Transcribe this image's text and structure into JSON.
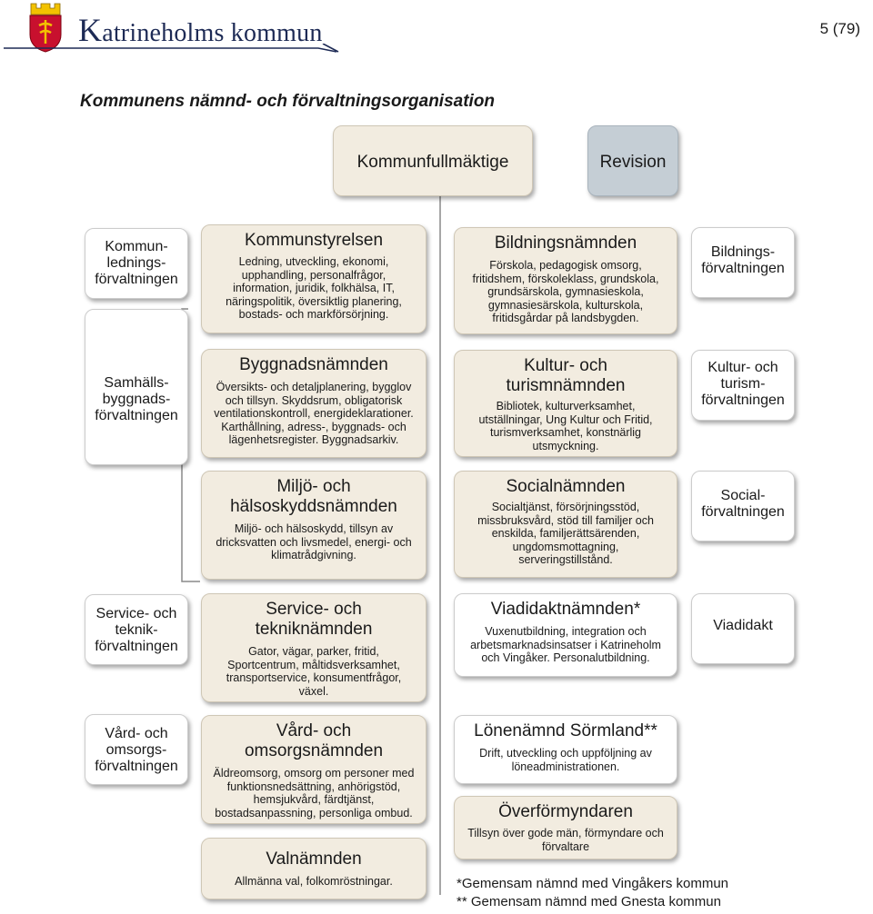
{
  "header": {
    "brand_big": "K",
    "brand_rest": "atrineholms kommun",
    "page_number": "5 (79)"
  },
  "title": "Kommunens nämnd- och förvaltningsorganisation",
  "top": {
    "council": "Kommunfullmäktige",
    "audit": "Revision"
  },
  "left_admins": [
    "Kommun-\nlednings-\nförvaltningen",
    "Samhälls-\nbyggnads-\nförvaltningen",
    "Service- och\nteknik-\nförvaltningen",
    "Vård- och\nomsorgs-\nförvaltningen"
  ],
  "right_admins": [
    "Bildnings-\nförvaltningen",
    "Kultur- och\nturism-\nförvaltningen",
    "Social-\nförvaltningen",
    "Viadidakt"
  ],
  "left_boards": [
    {
      "title": "Kommunstyrelsen",
      "desc": "Ledning, utveckling, ekonomi,\nupphandling, personalfrågor,\ninformation, juridik, folkhälsa, IT,\nnäringspolitik, översiktlig planering,\nbostads- och markförsörjning."
    },
    {
      "title": "Byggnadsnämnden",
      "desc": "Översikts- och detaljplanering, bygglov\noch tillsyn. Skyddsrum, obligatorisk\nventilationskontroll, energideklarationer.\nKarthållning, adress-, byggnads- och\nlägenhetsregister. Byggnadsarkiv."
    },
    {
      "title": "Miljö- och\nhälsoskyddsnämnden",
      "desc": "Miljö- och hälsoskydd, tillsyn av\ndricksvatten och livsmedel, energi- och\nklimatrådgivning."
    },
    {
      "title": "Service- och\ntekniknämnden",
      "desc": "Gator, vägar, parker, fritid,\nSportcentrum, måltidsverksamhet,\ntransportservice, konsumentfrågor,\nväxel."
    },
    {
      "title": "Vård- och\nomsorgsnämnden",
      "desc": "Äldreomsorg, omsorg om personer med\nfunktionsnedsättning, anhörigstöd,\nhemsjukvård, färdtjänst,\nbostadsanpassning, personliga ombud."
    },
    {
      "title": "Valnämnden",
      "desc": "Allmänna val, folkomröstningar."
    }
  ],
  "right_boards": [
    {
      "title": "Bildningsnämnden",
      "desc": "Förskola, pedagogisk omsorg,\nfritidshem, förskoleklass, grundskola,\ngrundsärskola, gymnasieskola,\ngymnasiesärskola, kulturskola,\nfritidsgårdar på landsbygden."
    },
    {
      "title": "Kultur- och\nturismnämnden",
      "desc": "Bibliotek, kulturverksamhet,\nutställningar, Ung Kultur och Fritid,\nturismverksamhet, konstnärlig\nutsmyckning."
    },
    {
      "title": "Socialnämnden",
      "desc": "Socialtjänst, försörjningsstöd,\nmissbruksvård, stöd till familjer och\nenskilda, familjerättsärenden,\nungdomsmottagning,\nserveringstillstånd."
    },
    {
      "title": "Viadidaktnämnden*",
      "desc": "Vuxenutbildning, integration och\narbetsmarknadsinsatser i Katrineholm\noch Vingåker. Personalutbildning."
    },
    {
      "title": "Lönenämnd Sörmland**",
      "desc": "Drift, utveckling och uppföljning av\nlöneadministrationen."
    },
    {
      "title": "Överförmyndaren",
      "desc": "Tillsyn över gode män, förmyndare och\nförvaltare"
    }
  ],
  "footnotes": [
    "*Gemensam nämnd med Vingåkers kommun",
    "** Gemensam nämnd med Gnesta kommun"
  ],
  "colors": {
    "board_fill": "#f2ece0",
    "audit_fill": "#c5ced5",
    "brand_blue": "#1d2a55",
    "logo_red": "#c8102e",
    "logo_gold": "#f2c200"
  }
}
